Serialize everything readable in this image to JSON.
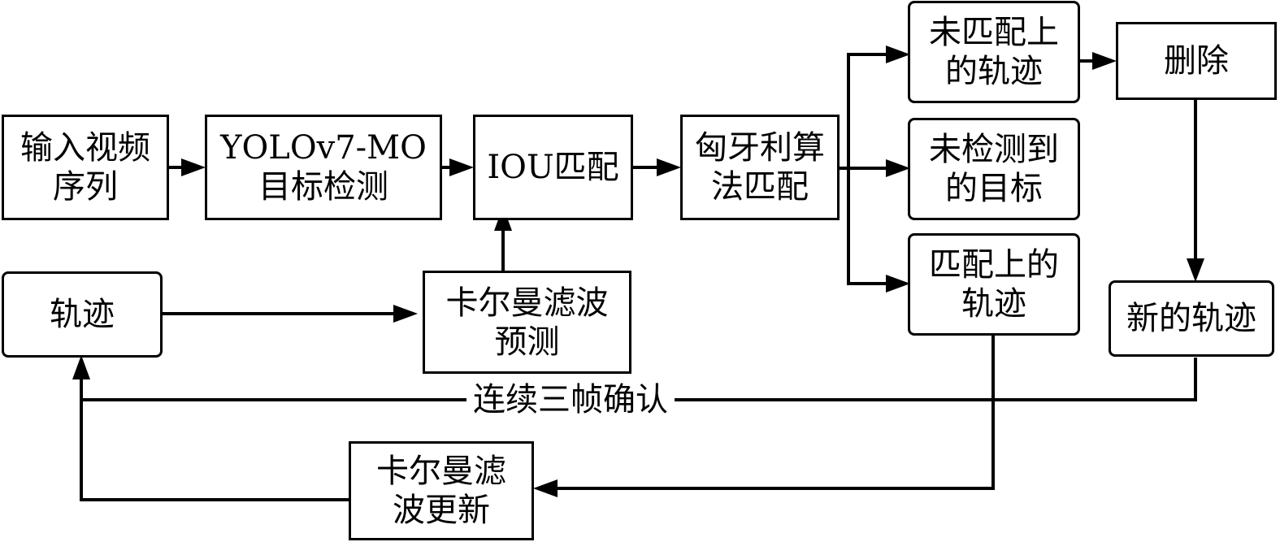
{
  "diagram": {
    "type": "flowchart",
    "nodes": {
      "input": {
        "lines": [
          "输入视频",
          "序列"
        ],
        "shape": "rect"
      },
      "yolo": {
        "lines": [
          "YOLOv7-MO",
          "目标检测"
        ],
        "shape": "rect"
      },
      "iou": {
        "lines": [
          "IOU匹配"
        ],
        "shape": "rect"
      },
      "hungarian": {
        "lines": [
          "匈牙利算",
          "法匹配"
        ],
        "shape": "rect"
      },
      "unmatched_tracks": {
        "lines": [
          "未匹配上",
          "的轨迹"
        ],
        "shape": "rounded"
      },
      "undetected": {
        "lines": [
          "未检测到",
          "的目标"
        ],
        "shape": "rounded"
      },
      "matched_tracks": {
        "lines": [
          "匹配上的",
          "轨迹"
        ],
        "shape": "rounded"
      },
      "delete": {
        "lines": [
          "删除"
        ],
        "shape": "rect"
      },
      "new_tracks": {
        "lines": [
          "新的轨迹"
        ],
        "shape": "rounded"
      },
      "tracks": {
        "lines": [
          "轨迹"
        ],
        "shape": "rounded"
      },
      "kalman_predict": {
        "lines": [
          "卡尔曼滤波",
          "预测"
        ],
        "shape": "rect"
      },
      "kalman_update": {
        "lines": [
          "卡尔曼滤",
          "波更新"
        ],
        "shape": "rect"
      }
    },
    "edges": [
      {
        "from": "input",
        "to": "yolo"
      },
      {
        "from": "yolo",
        "to": "iou"
      },
      {
        "from": "iou",
        "to": "hungarian"
      },
      {
        "from": "hungarian",
        "to": "unmatched_tracks"
      },
      {
        "from": "hungarian",
        "to": "undetected"
      },
      {
        "from": "hungarian",
        "to": "matched_tracks"
      },
      {
        "from": "unmatched_tracks",
        "to": "delete"
      },
      {
        "from": "delete",
        "to": "new_tracks"
      },
      {
        "from": "new_tracks",
        "to": "tracks",
        "label": "连续三帧确认"
      },
      {
        "from": "matched_tracks",
        "to": "kalman_update"
      },
      {
        "from": "kalman_update",
        "to": "tracks"
      },
      {
        "from": "tracks",
        "to": "kalman_predict"
      },
      {
        "from": "kalman_predict",
        "to": "iou"
      }
    ],
    "edge_label_confirm": "连续三帧确认"
  }
}
